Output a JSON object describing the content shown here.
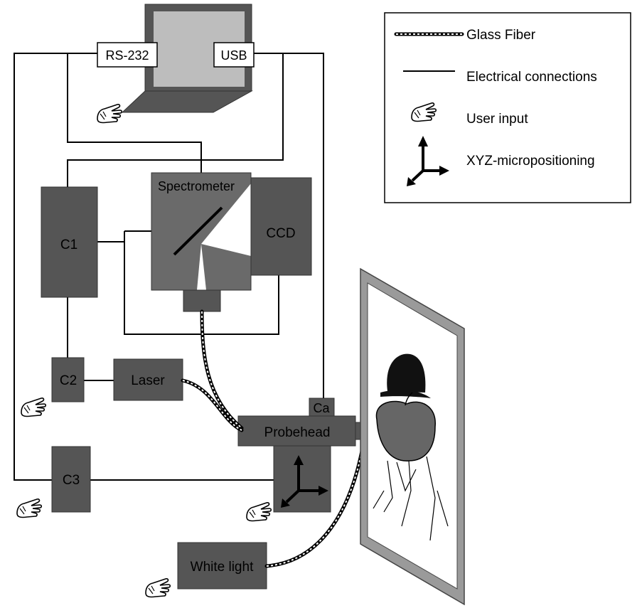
{
  "diagram": {
    "components": {
      "rs232": "RS-232",
      "usb": "USB",
      "spectrometer": "Spectrometer",
      "ccd": "CCD",
      "c1": "C1",
      "c2": "C2",
      "c3": "C3",
      "laser": "Laser",
      "ca": "Ca",
      "probehead": "Probehead",
      "white_light": "White light"
    },
    "legend": {
      "glass_fiber": "Glass Fiber",
      "electrical": "Electrical connections",
      "user_input": "User input",
      "xyz": "XYZ-micropositioning"
    }
  },
  "colors": {
    "component_fill": "#555555",
    "spectrometer_fill": "#6a6a6a",
    "painting_frame": "#9a9a9a",
    "screen_fill": "#bdbdbd"
  },
  "icons": [
    "pointing-hand-icon",
    "xyz-axes-icon",
    "fiber-line-icon",
    "wire-line-icon"
  ]
}
